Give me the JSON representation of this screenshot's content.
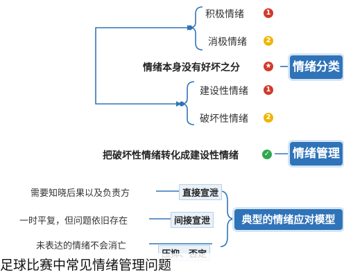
{
  "categories": {
    "emotion_types": "情绪分类",
    "emotion_management": "情绪管理",
    "typical_coping": "典型的情绪应对模型"
  },
  "emotion_types": {
    "item1": {
      "badge": "1",
      "label": "积极情绪"
    },
    "item2": {
      "badge": "2",
      "label": "消极情绪"
    },
    "center": "情绪本身没有好坏之分",
    "item3": {
      "badge": "1",
      "label": "建设性情绪"
    },
    "item4": {
      "badge": "2",
      "label": "破坏性情绪"
    }
  },
  "management": {
    "text": "把破坏性情绪转化成建设性情绪"
  },
  "coping": {
    "row1": {
      "tag": "直接宣泄",
      "desc": "需要知晓后果以及负责方"
    },
    "row2": {
      "tag": "间接宣泄",
      "desc": "一时平复，但问题依旧存在"
    },
    "row3": {
      "tag": "压抑、否定",
      "desc": "未表达的情绪不会消亡"
    }
  },
  "caption": "足球比赛中常见情绪管理问题",
  "colors": {
    "blue": "#2f73b8",
    "red": "#d23a2a",
    "yellow": "#f0b400",
    "green": "#2fa84f"
  }
}
